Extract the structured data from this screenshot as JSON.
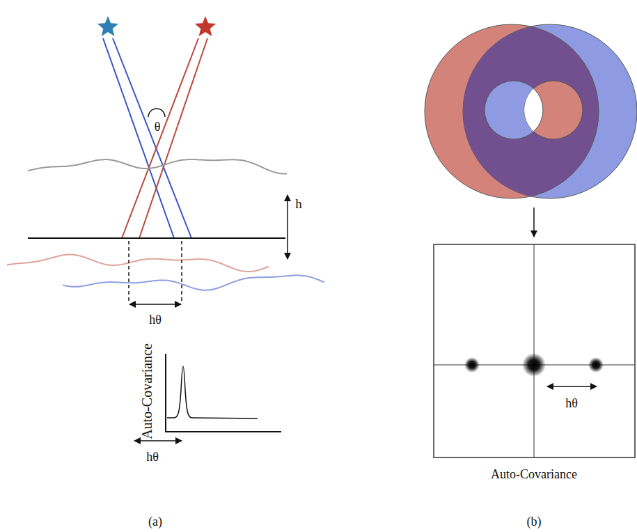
{
  "diagram": {
    "labels": [
      "θ",
      "h",
      "hθ",
      "Auto-Covariance",
      "hθ",
      "hθ",
      "Auto-Covariance",
      "(a)",
      "(b)"
    ]
  }
}
